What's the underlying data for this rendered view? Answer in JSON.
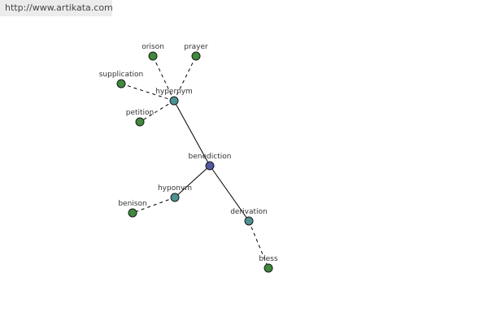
{
  "banner": {
    "url_text": "http://www.artikata.com"
  },
  "graph": {
    "root": "benediction",
    "colors": {
      "root_node": "#4f5aa0",
      "relation_node": "#4e9393",
      "word_node": "#3f8a3c",
      "node_stroke": "#1a1a1a",
      "edge": "#000000",
      "label": "#333333"
    },
    "nodes": [
      {
        "id": "benediction",
        "label": "benediction",
        "kind": "root"
      },
      {
        "id": "hypernym",
        "label": "hypernym",
        "kind": "relation"
      },
      {
        "id": "hyponym",
        "label": "hyponym",
        "kind": "relation"
      },
      {
        "id": "derivation",
        "label": "derivation",
        "kind": "relation"
      },
      {
        "id": "orison",
        "label": "orison",
        "kind": "word"
      },
      {
        "id": "prayer",
        "label": "prayer",
        "kind": "word"
      },
      {
        "id": "supplication",
        "label": "supplication",
        "kind": "word"
      },
      {
        "id": "petition",
        "label": "petition",
        "kind": "word"
      },
      {
        "id": "benison",
        "label": "benison",
        "kind": "word"
      },
      {
        "id": "bless",
        "label": "bless",
        "kind": "word"
      }
    ],
    "edges": [
      {
        "from": "benediction",
        "to": "hypernym",
        "style": "solid"
      },
      {
        "from": "benediction",
        "to": "hyponym",
        "style": "solid"
      },
      {
        "from": "benediction",
        "to": "derivation",
        "style": "solid"
      },
      {
        "from": "hypernym",
        "to": "orison",
        "style": "dashed"
      },
      {
        "from": "hypernym",
        "to": "prayer",
        "style": "dashed"
      },
      {
        "from": "hypernym",
        "to": "supplication",
        "style": "dashed"
      },
      {
        "from": "hypernym",
        "to": "petition",
        "style": "dashed"
      },
      {
        "from": "hyponym",
        "to": "benison",
        "style": "dashed"
      },
      {
        "from": "derivation",
        "to": "bless",
        "style": "dashed"
      }
    ]
  }
}
